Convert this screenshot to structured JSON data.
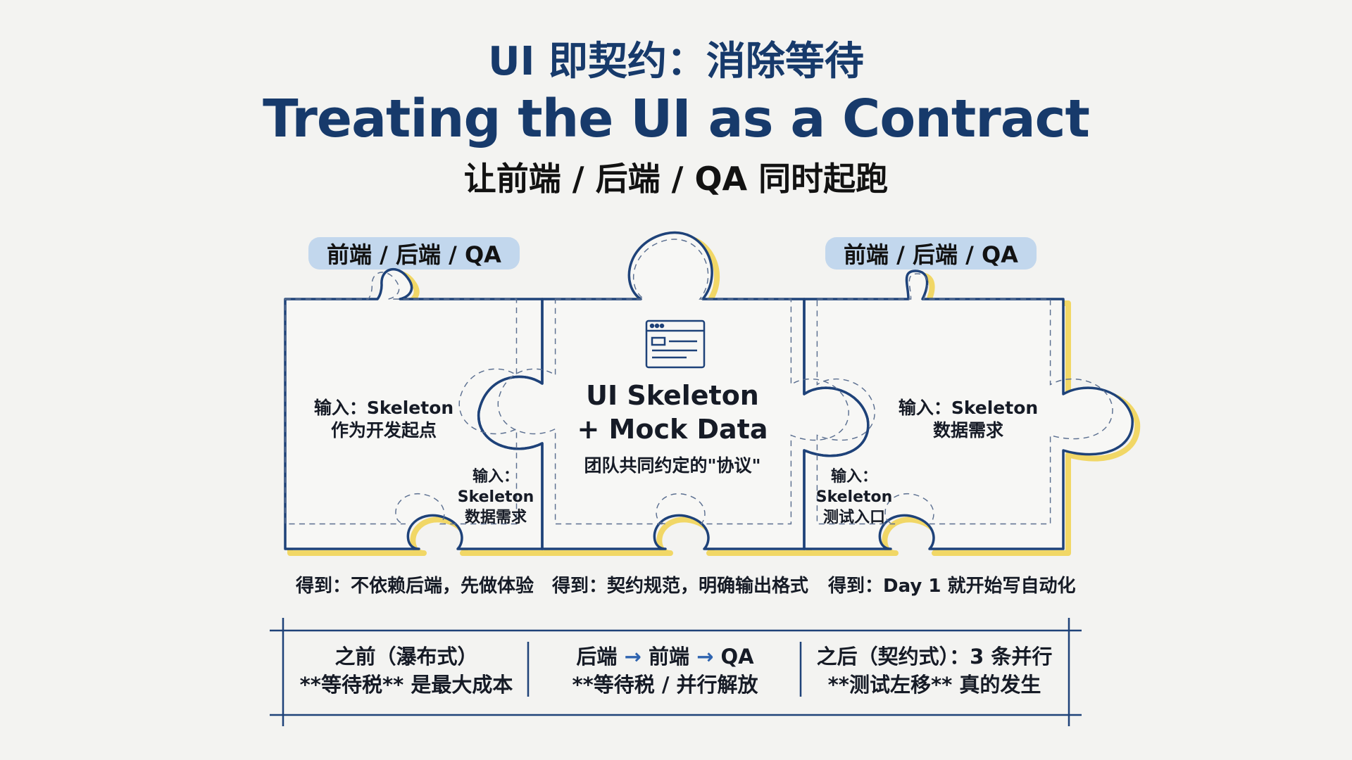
{
  "header": {
    "title_zh": "UI 即契约：消除等待",
    "title_en": "Treating the UI as a Contract",
    "subtitle": "让前端 / 后端 / QA 同时起跑"
  },
  "role_labels": [
    "前端 / 后端 / QA",
    "前端 / 后端 / QA"
  ],
  "puzzle": {
    "left": {
      "input_line1": "输入：Skeleton",
      "input_line2": "作为开发起点",
      "side_line1": "输入：",
      "side_line2": "Skeleton",
      "side_line3": "数据需求",
      "get": "得到：不依赖后端，先做体验"
    },
    "center": {
      "icon": "ui-window-icon",
      "line1": "UI Skeleton",
      "line2": "+ Mock Data",
      "sub": "团队共同约定的\"协议\"",
      "get": "得到：契约规范，明确输出格式"
    },
    "right": {
      "input_line1": "输入：Skeleton",
      "input_line2": "数据需求",
      "side_line1": "输入：",
      "side_line2": "Skeleton",
      "side_line3": "测试入口",
      "get": "得到：Day 1 就开始写自动化"
    }
  },
  "comparison": {
    "before_title": "之前（瀑布式）",
    "before_note": "**等待税** 是最大成本",
    "flow_a": "后端",
    "flow_arrow": "→",
    "flow_b": "前端",
    "flow_c": "QA",
    "flow_note": "**等待税 / 并行解放",
    "after_title": "之后（契约式）：3 条并行",
    "after_note": "**测试左移** 真的发生"
  },
  "colors": {
    "title": "#173a6b",
    "outline": "#1e4279",
    "shadow": "#f1d766",
    "highlight": "#bcd4ec",
    "arrow": "#2f64b0"
  }
}
